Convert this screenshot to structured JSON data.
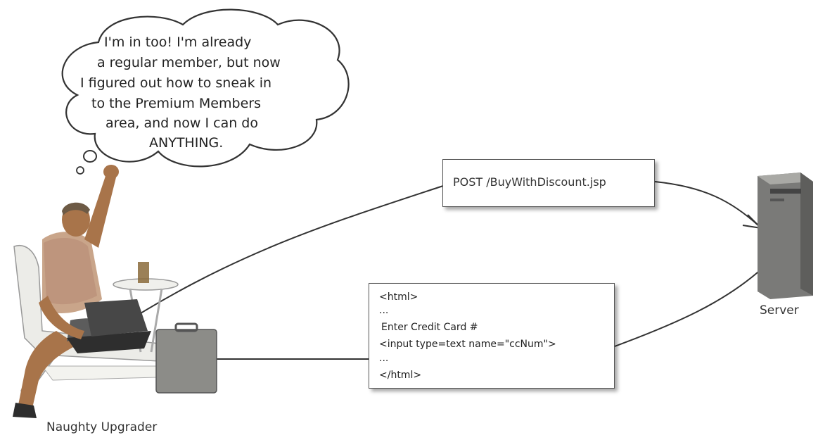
{
  "thought_bubble": {
    "lines": [
      "I'm in too! I'm already",
      "a regular member, but now",
      "I figured out how to sneak in",
      "to the Premium Members",
      "area, and now I can do",
      "ANYTHING."
    ]
  },
  "request_box": {
    "text": "POST /BuyWithDiscount.jsp"
  },
  "response_box": {
    "lines": [
      "<html>",
      "...",
      "Enter Credit Card #",
      "<input type=text name=\"ccNum\">",
      "...",
      "</html>"
    ]
  },
  "labels": {
    "server": "Server",
    "user": "Naughty Upgrader"
  }
}
